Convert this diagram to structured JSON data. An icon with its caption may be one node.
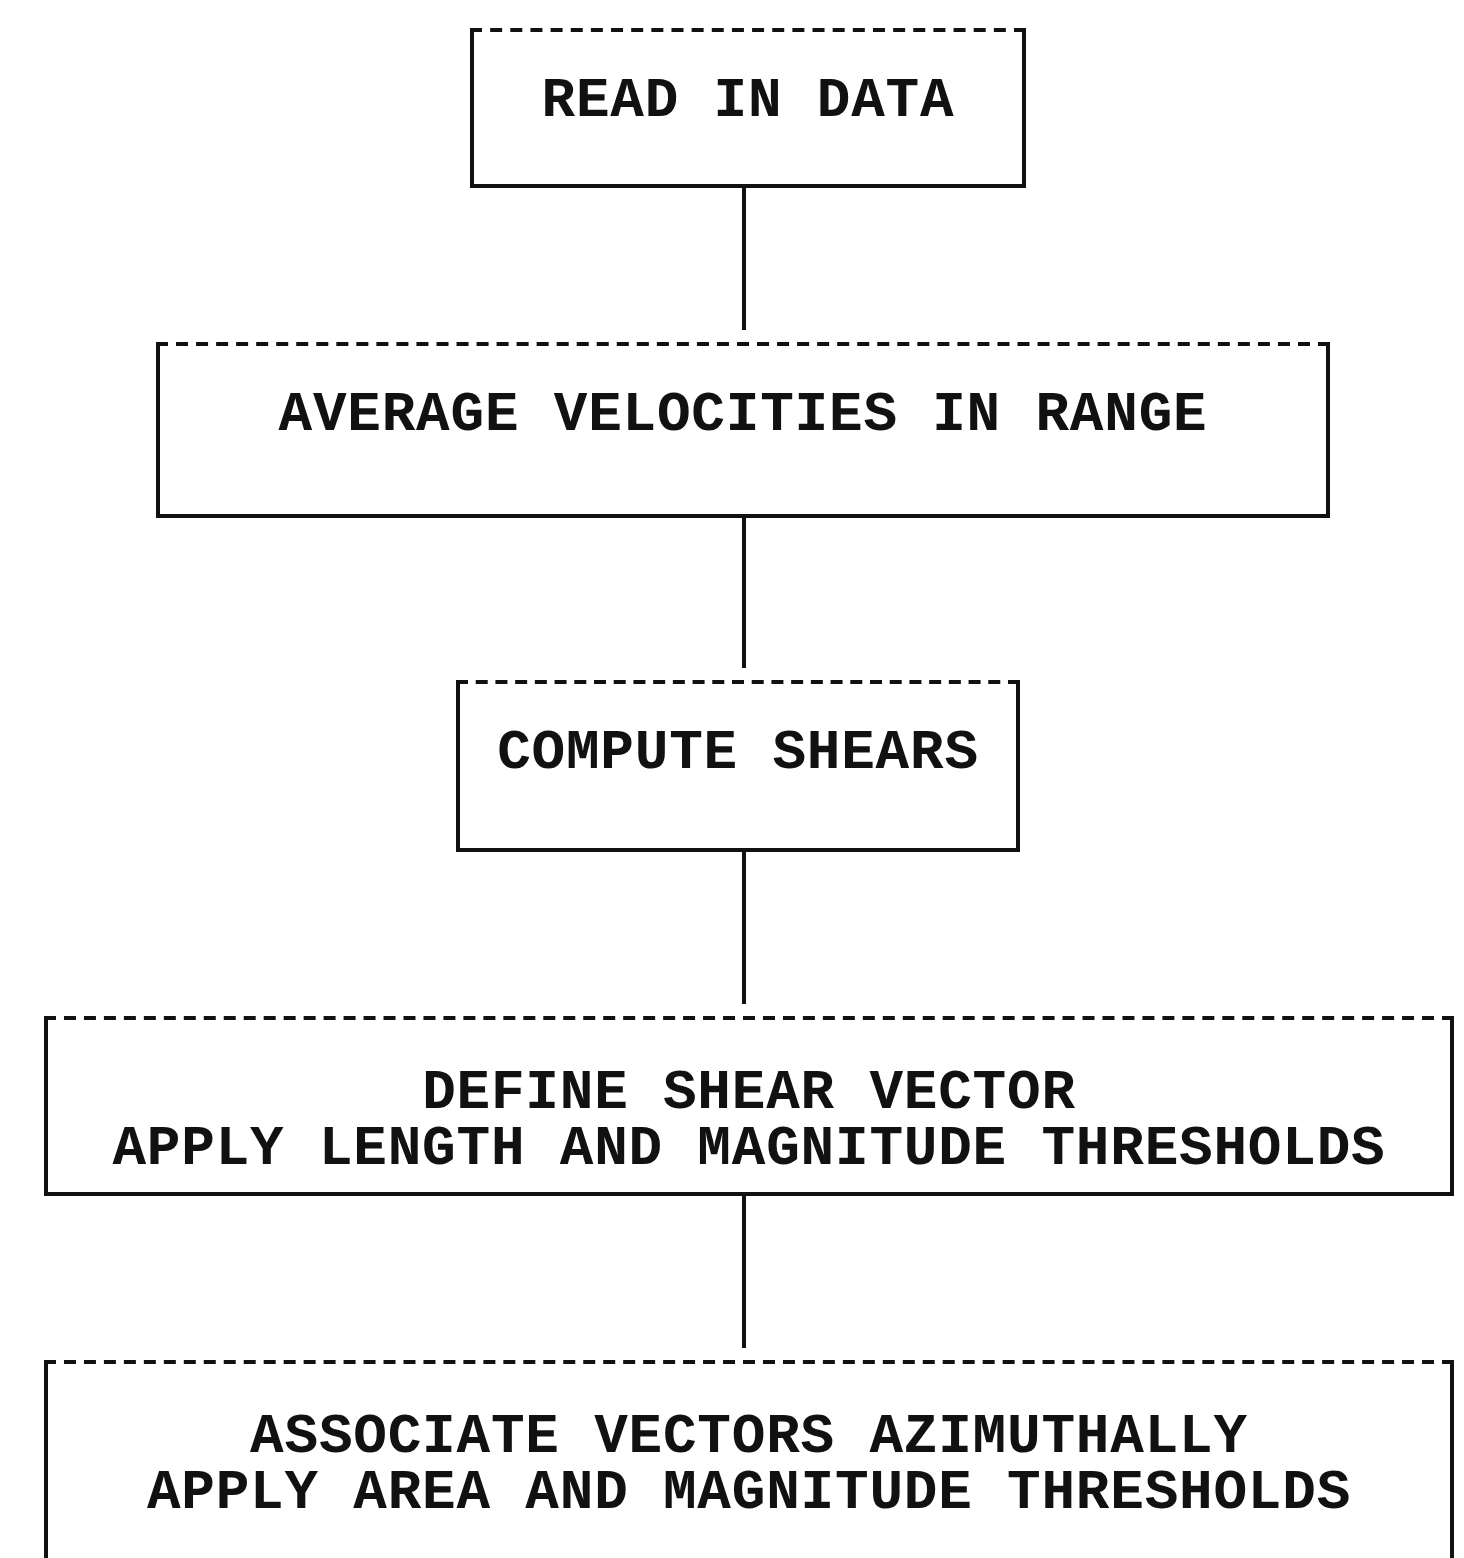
{
  "diagram": {
    "nodes": [
      {
        "text": [
          "READ IN DATA"
        ]
      },
      {
        "text": [
          "AVERAGE VELOCITIES IN RANGE"
        ]
      },
      {
        "text": [
          "COMPUTE SHEARS"
        ]
      },
      {
        "text": [
          "DEFINE SHEAR VECTOR",
          "APPLY LENGTH AND MAGNITUDE THRESHOLDS"
        ]
      },
      {
        "text": [
          "ASSOCIATE VECTORS AZIMUTHALLY",
          "APPLY AREA AND MAGNITUDE THRESHOLDS"
        ]
      }
    ],
    "edges": [
      {
        "from": 0,
        "to": 1,
        "arrow": "none"
      },
      {
        "from": 1,
        "to": 2,
        "arrow": "none"
      },
      {
        "from": 2,
        "to": 3,
        "arrow": "none"
      },
      {
        "from": 3,
        "to": 4,
        "arrow": "none"
      }
    ]
  }
}
